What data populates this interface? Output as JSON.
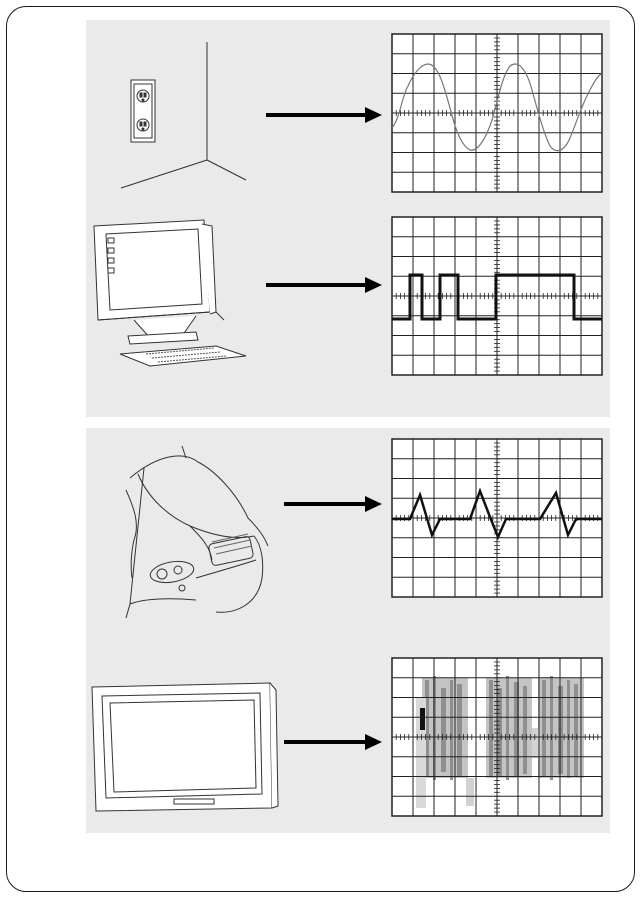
{
  "colors": {
    "frame": "#1a1a1a",
    "panel_background": "#eaeaea",
    "scope_background": "#ffffff",
    "grid": "#222222",
    "arrow": "#000000",
    "signal_dark": "#111111",
    "signal_light": "#8a8a8a",
    "noise_gray": "#b5b5b5"
  },
  "rows": [
    {
      "source_icon": "wall-outlet-icon",
      "signal": "sine-wave"
    },
    {
      "source_icon": "desktop-computer-icon",
      "signal": "digital-square-wave"
    },
    {
      "source_icon": "car-front-icon",
      "signal": "spike-pulses"
    },
    {
      "source_icon": "flat-panel-tv-icon",
      "signal": "broadband-noise-bursts"
    }
  ]
}
